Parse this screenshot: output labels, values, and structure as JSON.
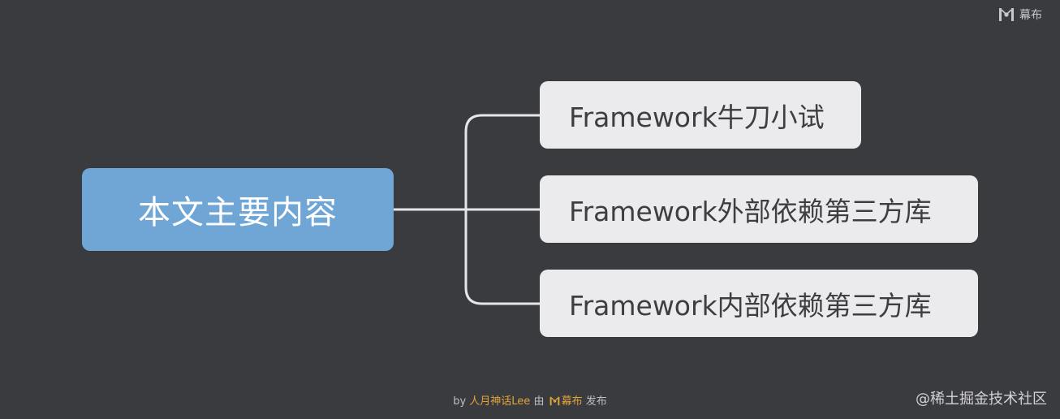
{
  "colors": {
    "background": "#3a3b3f",
    "root_fill": "#6fa6d6",
    "child_fill": "#ebebed",
    "connector": "#e6e6e8",
    "author_highlight": "#e3a33a"
  },
  "brand": {
    "icon": "mubu-logo-icon",
    "label": "幕布"
  },
  "mindmap": {
    "root": "本文主要内容",
    "children": [
      "Framework牛刀小试",
      "Framework外部依赖第三方库",
      "Framework内部依赖第三方库"
    ]
  },
  "footer": {
    "by": "by",
    "author": "人月神话Lee",
    "via": "由",
    "platform": "幕布",
    "action": "发布"
  },
  "watermark": "@稀土掘金技术社区"
}
